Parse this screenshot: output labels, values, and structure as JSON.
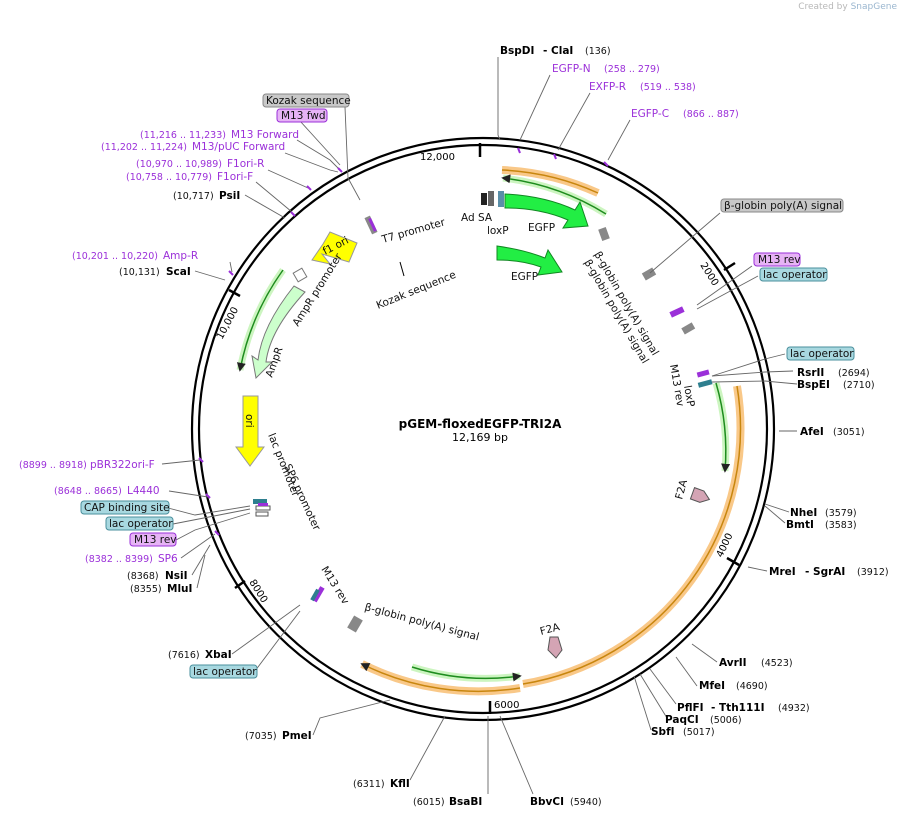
{
  "watermark": {
    "prefix": "Created by",
    "brand": "SnapGene"
  },
  "plasmid": {
    "name": "pGEM-floxedEGFP-TRI2A",
    "length_label": "12,169 bp"
  },
  "ticks": [
    "12,000",
    "2000",
    "4000",
    "6000",
    "8000",
    "10,000"
  ],
  "sites": [
    {
      "name": "BspDI",
      "name2": "- ClaI",
      "pos": "(136)"
    },
    {
      "name": "RsrII",
      "pos": "(2694)"
    },
    {
      "name": "BspEI",
      "pos": "(2710)"
    },
    {
      "name": "AfeI",
      "pos": "(3051)"
    },
    {
      "name": "NheI",
      "pos": "(3579)"
    },
    {
      "name": "BmtI",
      "pos": "(3583)"
    },
    {
      "name": "MreI",
      "name2": "- SgrAI",
      "pos": "(3912)"
    },
    {
      "name": "AvrII",
      "pos": "(4523)"
    },
    {
      "name": "MfeI",
      "pos": "(4690)"
    },
    {
      "name": "PflFI",
      "name2": "- Tth111I",
      "pos": "(4932)"
    },
    {
      "name": "PaqCI",
      "pos": "(5006)"
    },
    {
      "name": "SbfI",
      "pos": "(5017)"
    },
    {
      "name": "BbvCI",
      "pos": "(5940)"
    },
    {
      "name": "BsaBI",
      "pos": "(6015)"
    },
    {
      "name": "KflI",
      "pos": "(6311)"
    },
    {
      "name": "PmeI",
      "pos": "(7035)"
    },
    {
      "name": "XbaI",
      "pos": "(7616)"
    },
    {
      "name": "NsiI",
      "pos": "(8368)"
    },
    {
      "name": "MluI",
      "pos": "(8355)"
    },
    {
      "name": "ScaI",
      "pos": "(10,131)"
    },
    {
      "name": "PsiI",
      "pos": "(10,717)"
    }
  ],
  "primers": [
    {
      "name": "EGFP-N",
      "pos": "(258 .. 279)"
    },
    {
      "name": "EXFP-R",
      "pos": "(519 .. 538)"
    },
    {
      "name": "EGFP-C",
      "pos": "(866 .. 887)"
    },
    {
      "name": "M13 Forward",
      "pos": "(11,216 .. 11,233)"
    },
    {
      "name": "M13/pUC Forward",
      "pos": "(11,202 .. 11,224)"
    },
    {
      "name": "F1ori-R",
      "pos": "(10,970 .. 10,989)"
    },
    {
      "name": "F1ori-F",
      "pos": "(10,758 .. 10,779)"
    },
    {
      "name": "Amp-R",
      "pos": "(10,201 .. 10,220)"
    },
    {
      "name": "pBR322ori-F",
      "pos": "(8899 .. 8918)"
    },
    {
      "name": "L4440",
      "pos": "(8648 .. 8665)"
    },
    {
      "name": "SP6",
      "pos": "(8382 .. 8399)"
    }
  ],
  "boxed_labels": [
    {
      "text": "Kozak sequence",
      "color": "#c8c8c8"
    },
    {
      "text": "M13 fwd",
      "color": "#e6b3f5"
    },
    {
      "text": "β-globin poly(A) signal",
      "color": "#c8c8c8"
    },
    {
      "text": "M13 rev",
      "color": "#e6b3f5"
    },
    {
      "text": "lac operator",
      "color": "#a8d8e0"
    },
    {
      "text": "lac operator",
      "color": "#a8d8e0"
    },
    {
      "text": "CAP binding site",
      "color": "#a8d8e0"
    },
    {
      "text": "lac operator",
      "color": "#a8d8e0"
    },
    {
      "text": "M13 rev",
      "color": "#e6b3f5"
    },
    {
      "text": "lac operator",
      "color": "#a8d8e0"
    }
  ],
  "features": [
    "Ad SA",
    "loxP",
    "EGFP",
    "EGFP",
    "T7 promoter",
    "Kozak sequence",
    "f1 ori",
    "AmpR promoter",
    "AmpR",
    "ori",
    "lac promoter",
    "SP6 promoter",
    "β-globin poly(A) signal",
    "β-globin poly(A) signal",
    "M13 rev",
    "loxP",
    "F2A",
    "F2A",
    "M13 rev",
    "β-globin poly(A) signal"
  ],
  "colors": {
    "site": "#000000",
    "primer": "#9b30d9",
    "egfp": "#22ee44",
    "ori": "#ffff00",
    "ampr": "#ccffcc",
    "orf_glow": "#f9c888",
    "orf_outer": "#c8860e",
    "green_arc": "#33cc33",
    "f2a": "#d4a4b4",
    "lac_op": "#a8d8e0",
    "primer_box": "#e6b3f5",
    "grey_box": "#c8c8c8"
  }
}
